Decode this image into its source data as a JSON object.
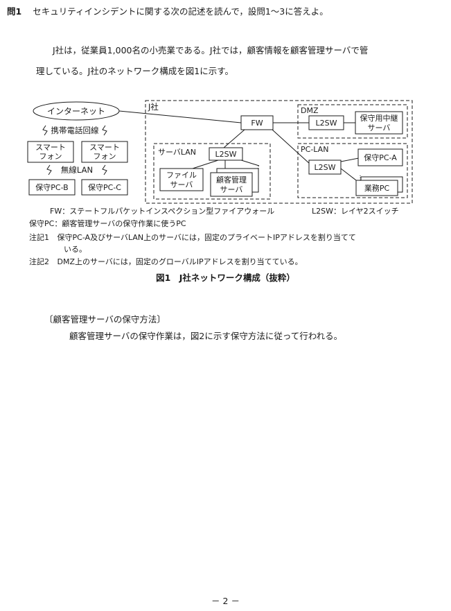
{
  "question": {
    "number": "問1",
    "instruction": "セキュリティインシデントに関する次の記述を読んで，設問1〜3に答えよ。"
  },
  "intro": {
    "line1": "J社は，従業員1,000名の小売業である。J社では，顧客情報を顧客管理サーバで管",
    "line2": "理している。J社のネットワーク構成を図1に示す。"
  },
  "figure": {
    "internet": "インターネット",
    "mobile_line": "携帯電話回線",
    "smartphone": [
      "スマート",
      "フォン"
    ],
    "wireless_lan": "無線LAN",
    "pc_b": "保守PC-B",
    "pc_c": "保守PC-C",
    "company": "J社",
    "fw": "FW",
    "dmz": "DMZ",
    "l2sw": "L2SW",
    "relay_server": [
      "保守用中継",
      "サーバ"
    ],
    "server_lan": "サーバLAN",
    "file_server": [
      "ファイル",
      "サーバ"
    ],
    "customer_server": [
      "顧客管理",
      "サーバ"
    ],
    "pc_lan": "PC-LAN",
    "pc_a": "保守PC-A",
    "work_pc": "業務PC"
  },
  "legend": {
    "fw": "FW：ステートフルパケットインスペクション型ファイアウォール",
    "l2sw": "L2SW：レイヤ2スイッチ",
    "maint_pc": "保守PC：顧客管理サーバの保守作業に使うPC"
  },
  "notes": {
    "note1_label": "注記1",
    "note1_line1": "保守PC-A及びサーバLAN上のサーバには，固定のプライベートIPアドレスを割り当てて",
    "note1_line2": "いる。",
    "note2_label": "注記2",
    "note2": "DMZ上のサーバには，固定のグローバルIPアドレスを割り当てている。"
  },
  "caption": "図1　J社ネットワーク構成（抜粋）",
  "section_title": "〔顧客管理サーバの保守方法〕",
  "section_text": "顧客管理サーバの保守作業は，図2に示す保守方法に従って行われる。",
  "page_number": "－ 2 －"
}
